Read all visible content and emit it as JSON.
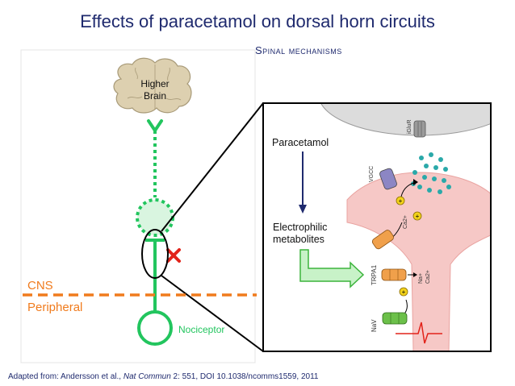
{
  "title": "Effects of paracetamol on dorsal horn circuits",
  "subtitle": "Spinal mechanisms",
  "labels": {
    "brain": [
      "Higher",
      "Brain"
    ],
    "cns": "CNS",
    "peripheral": "Peripheral",
    "nociceptor": "Nociceptor",
    "paracetamol": "Paracetamol",
    "electrophilic": [
      "Electrophilic",
      "metabolites"
    ],
    "glur": "iGluR",
    "vgcc": "VGCC",
    "trpa1": "TRPA1",
    "nav": "NaV",
    "ca_top": "Ca2+",
    "na_ca": [
      "Na+",
      "Ca2+"
    ],
    "plus": "+"
  },
  "caption": {
    "prefix": "Adapted from: Andersson et al., ",
    "journal": "Nat Commun",
    "suffix": " 2: 551, DOI 10.1038/ncomms1559, 2011"
  },
  "colors": {
    "title": "#1f2a6e",
    "green": "#22c55e",
    "orange": "#f07b1d",
    "red": "#e2231a",
    "brain": "#ddd0b0",
    "neuron": "#f6c8c6",
    "glur_bg": "#dcdcdc",
    "vesicle": "#2aa9a9"
  }
}
